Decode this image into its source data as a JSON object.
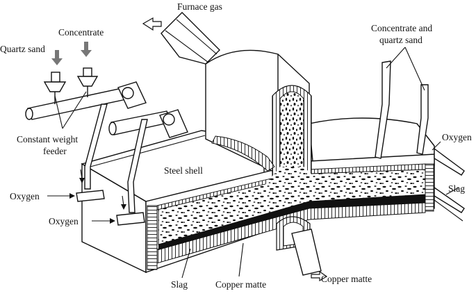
{
  "labels": {
    "furnace_gas": "Furnace gas",
    "concentrate": "Concentrate",
    "quartz_sand": "Quartz sand",
    "concentrate_and_quartz_sand_1": "Concentrate and",
    "concentrate_and_quartz_sand_2": "quartz sand",
    "constant_weight_feeder_1": "Constant weight",
    "constant_weight_feeder_2": "feeder",
    "oxygen_left_upper": "Oxygen",
    "oxygen_left_lower": "Oxygen",
    "oxygen_right": "Oxygen",
    "steel_shell": "Steel shell",
    "slag_right": "Slag",
    "slag_bottom": "Slag",
    "copper_matte_bottom": "Copper matte",
    "copper_matte_outlet": "Copper matte"
  }
}
